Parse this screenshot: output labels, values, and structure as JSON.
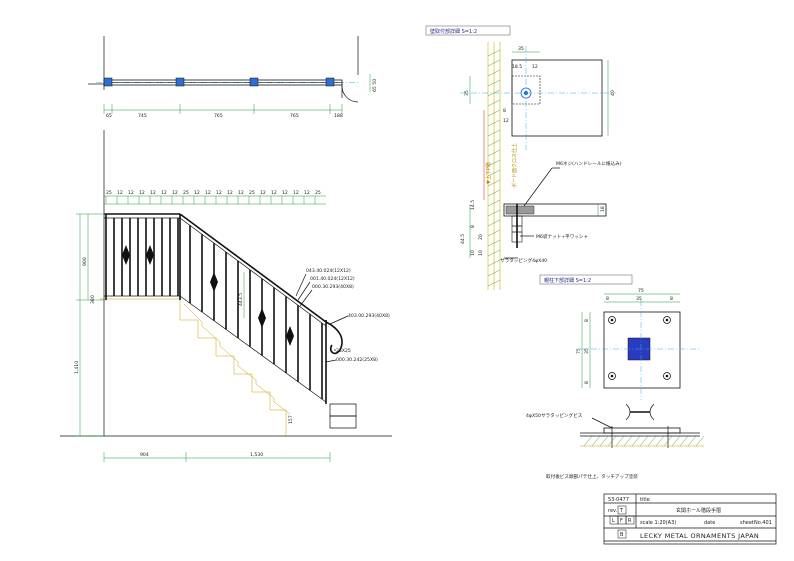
{
  "plan_dims": [
    "65",
    "745",
    "765",
    "765",
    "188"
  ],
  "plan_side_dim": "65 50",
  "elev_top_dims": [
    "25",
    "12",
    "12",
    "12",
    "12",
    "12",
    "12",
    "25",
    "12",
    "12",
    "12",
    "12",
    "12",
    "25",
    "12",
    "12",
    "12",
    "12",
    "12",
    "25"
  ],
  "elev_left_dims": [
    "900",
    "380"
  ],
  "elev_slope_dim": "443.5",
  "elev_height_dim": "1,410",
  "elev_bottom_dims": [
    "904",
    "1,530"
  ],
  "elev_step_dim": "157",
  "elev_callouts": [
    "043.40.024(12X12)",
    "001.40.024(12X12)",
    "000.30.293(40X8)",
    "403.00.293(40X8)",
    "25X25",
    "000.30.242(25X8)"
  ],
  "detail_wall": {
    "title": "壁取付部詳細  S=1:2",
    "dims_top": [
      "35",
      "18.5",
      "12"
    ],
    "dims_left": [
      "35",
      "8",
      "12"
    ],
    "dim_right": "40",
    "vert_labels": [
      "▼上下P階",
      "ポード面クロス仕上"
    ],
    "dims_lower_left": [
      "14.5",
      "8",
      "10"
    ],
    "dims_lower_mid": [
      "20",
      "10"
    ],
    "dim_lower_right": "18",
    "dim_lower_side": "44.5",
    "notes": [
      "M6ネジ(ハンドレールに植込み)",
      "M6袋ナット+平ワッシャ",
      "サラタッピング4φX40"
    ]
  },
  "detail_post": {
    "title": "親柱下部詳細  S=1:2",
    "dims_top": [
      "75",
      "8",
      "35",
      "8"
    ],
    "dims_left": [
      "75",
      "8",
      "35",
      "8"
    ],
    "notes": [
      "4φX50サラタッピングビス",
      "取付後ビス頭部パテ仕上、タッチアップ塗装"
    ]
  },
  "title_block": {
    "drawing_no": "53-0477",
    "title_key": "title",
    "title": "玄関ホール階段手摺",
    "scale_text": "scale 1:20(A3)",
    "date_key": "date",
    "sheet_key": "sheet",
    "sheet_no": "No.401",
    "rev_label": "rev.",
    "letters": [
      "L",
      "F",
      "R"
    ],
    "top_letter": "T",
    "bottom_letter": "B",
    "company": "LECKY METAL ORNAMENTS JAPAN"
  }
}
